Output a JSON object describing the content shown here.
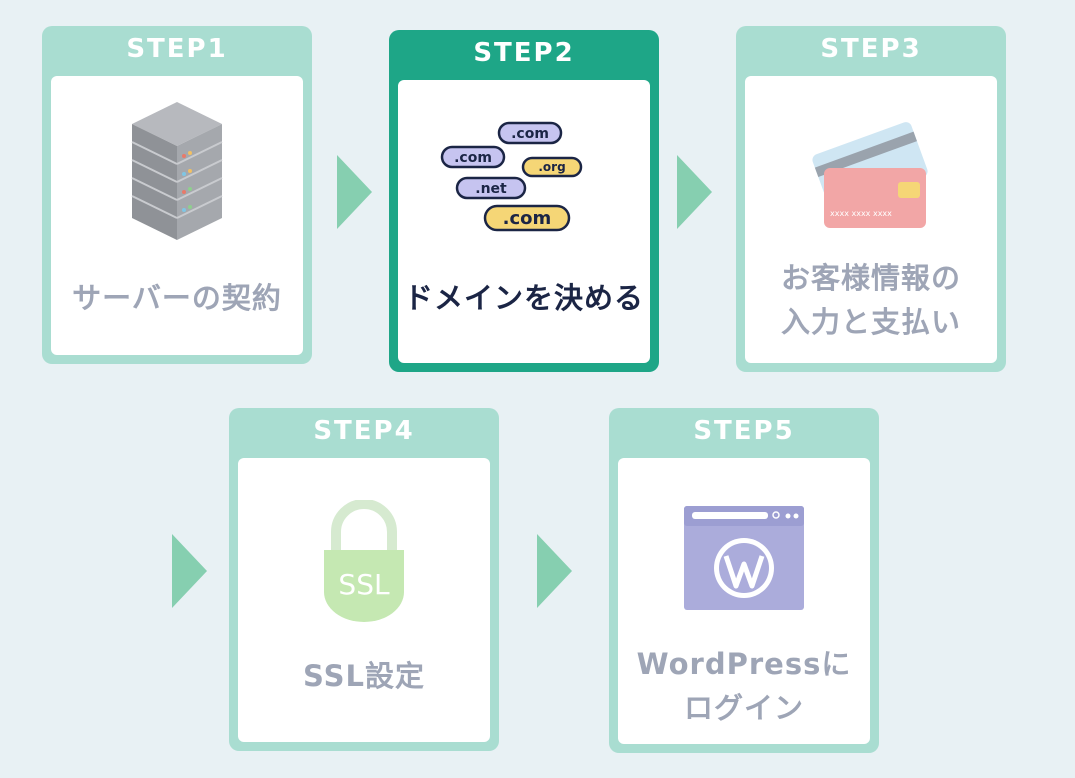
{
  "steps": [
    {
      "label": "STEP1",
      "caption_lines": [
        "サーバーの契約"
      ],
      "icon": "server-icon"
    },
    {
      "label": "STEP2",
      "caption_lines": [
        "ドメインを決める"
      ],
      "icon": "domain-tags-icon",
      "domain_tags": [
        ".com",
        ".com",
        ".org",
        ".net",
        ".com"
      ]
    },
    {
      "label": "STEP3",
      "caption_lines": [
        "お客様情報の",
        "入力と支払い"
      ],
      "icon": "credit-card-icon",
      "card_number": "xxxx  xxxx  xxxx"
    },
    {
      "label": "STEP4",
      "caption_lines": [
        "SSL設定"
      ],
      "icon": "ssl-lock-icon",
      "icon_text": "SSL"
    },
    {
      "label": "STEP5",
      "caption_lines": [
        "WordPressに",
        "ログイン"
      ],
      "icon": "wordpress-browser-icon"
    }
  ],
  "active_step": 2,
  "colors": {
    "background": "#e8f1f4",
    "card": "#a9ddd1",
    "card_active": "#1ea687",
    "arrow": "#86cfb0",
    "caption": "#9ea5b6",
    "caption_active": "#1b2545"
  }
}
